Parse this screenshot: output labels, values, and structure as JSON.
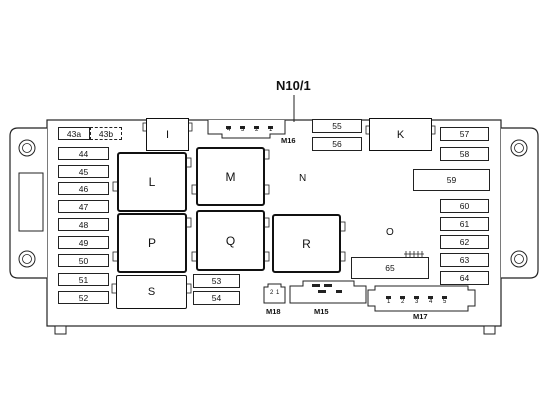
{
  "title": "N10/1",
  "zones": {
    "n": "N",
    "o": "O"
  },
  "fuses_left": [
    "44",
    "45",
    "46",
    "47",
    "48",
    "49",
    "50",
    "51",
    "52"
  ],
  "fuses_right": [
    "57",
    "58",
    "60",
    "61",
    "62",
    "63",
    "64"
  ],
  "fuses_top": [
    "55",
    "56"
  ],
  "fuses_middle": [
    "53",
    "54"
  ],
  "fuse_large_59": "59",
  "fuse_large_65": "65",
  "fuse_43a": "43a",
  "fuse_43b": "43b",
  "relays": {
    "i": "I",
    "k": "K",
    "l": "L",
    "m": "M",
    "p": "P",
    "q": "Q",
    "r": "R",
    "s": "S"
  },
  "connectors": {
    "m16": {
      "label": "M16",
      "pins": [
        "4",
        "3",
        "2",
        "1"
      ]
    },
    "m18": {
      "label": "M18",
      "pins": [
        "2",
        "1"
      ]
    },
    "m15": {
      "label": "M15"
    },
    "m17": {
      "label": "M17",
      "pins": [
        "1",
        "2",
        "3",
        "4",
        "5"
      ]
    }
  }
}
